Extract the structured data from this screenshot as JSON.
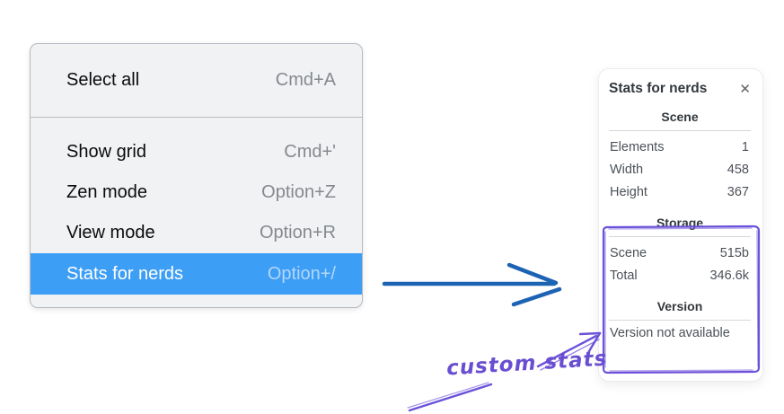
{
  "colors": {
    "menu_highlight_blue": "#3d9ef5",
    "menu_background": "#f1f2f4",
    "flow_arrow_blue": "#1d63b4",
    "annotation_purple": "#6c52d9",
    "panel_background": "#ffffff"
  },
  "menu": {
    "groups": [
      {
        "items": [
          {
            "label": "Select all",
            "shortcut": "Cmd+A"
          }
        ]
      },
      {
        "items": [
          {
            "label": "Show grid",
            "shortcut": "Cmd+'"
          },
          {
            "label": "Zen mode",
            "shortcut": "Option+Z"
          },
          {
            "label": "View mode",
            "shortcut": "Option+R"
          },
          {
            "label": "Stats for nerds",
            "shortcut": "Option+/",
            "highlighted": true
          }
        ]
      }
    ]
  },
  "stats_panel": {
    "title": "Stats for nerds",
    "sections": [
      {
        "heading": "Scene",
        "rows": [
          {
            "label": "Elements",
            "value": "1"
          },
          {
            "label": "Width",
            "value": "458"
          },
          {
            "label": "Height",
            "value": "367"
          }
        ]
      },
      {
        "heading": "Storage",
        "rows": [
          {
            "label": "Scene",
            "value": "515b"
          },
          {
            "label": "Total",
            "value": "346.6k"
          }
        ]
      },
      {
        "heading": "Version",
        "note": "Version not available"
      }
    ]
  },
  "icons": {
    "close": "✕"
  },
  "annotation": {
    "label": "custom stats"
  }
}
